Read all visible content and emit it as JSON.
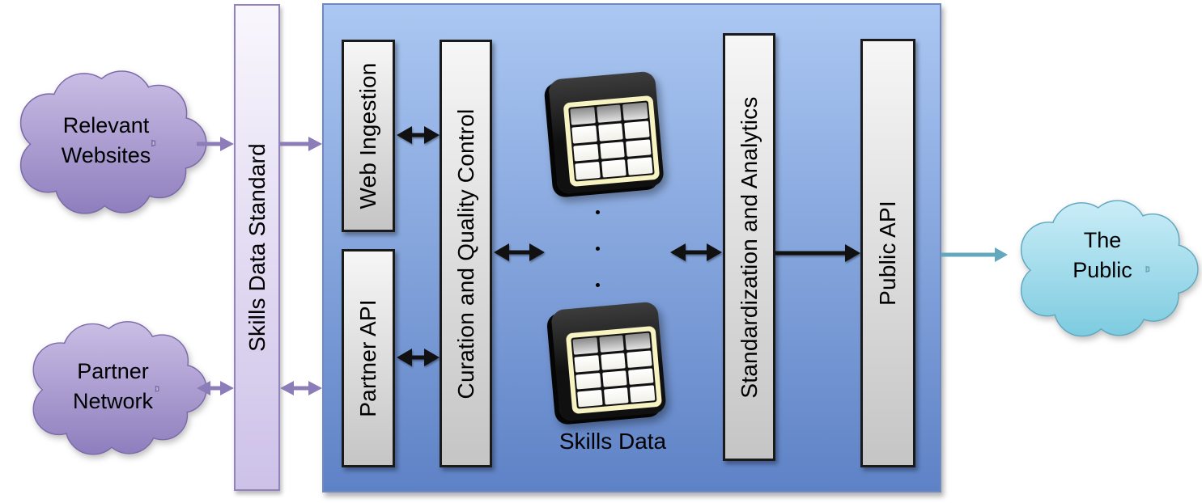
{
  "clouds": {
    "relevant_websites": {
      "label": "Relevant Websites"
    },
    "partner_network": {
      "label": "Partner Network"
    },
    "the_public": {
      "label": "The Public"
    }
  },
  "pipeline": {
    "skills_data_standard": {
      "label": "Skills Data Standard"
    },
    "web_ingestion": {
      "label": "Web Ingestion"
    },
    "partner_api": {
      "label": "Partner API"
    },
    "curation": {
      "label": "Curation and Quality Control"
    },
    "standardization": {
      "label": "Standardization and Analytics"
    },
    "public_api": {
      "label": "Public API"
    },
    "skills_data_store": {
      "label": "Skills Data",
      "icon": "database-table-icon",
      "table_count": 2,
      "ellipsis_dots": 3,
      "table": {
        "rows": 4,
        "cols": 3
      }
    }
  },
  "colors": {
    "purple_arrow": "#8c7cb8",
    "black_arrow": "#111111",
    "teal_arrow": "#64a8bd",
    "blue_box_top": "#abc7f2",
    "blue_box_bottom": "#5e82c6",
    "blue_box_border": "#7189bf",
    "skills_bar_top": "#f9f7fd",
    "skills_bar_bottom": "#cdc1e8",
    "skills_bar_border": "#9283bd",
    "gray_bar_top": "#f6f6f6",
    "gray_bar_bottom": "#c5c5c5",
    "gray_bar_border": "#1a1a1a",
    "cloud_purple_light": "#ccc0e6",
    "cloud_purple_dark": "#8e7dbd",
    "cloud_purple_border": "#7b69a9",
    "cloud_cyan_light": "#cdeef8",
    "cloud_cyan_dark": "#7ccbe0",
    "cloud_cyan_border": "#5fa8c0",
    "table_cream": "#f7f3c2"
  }
}
